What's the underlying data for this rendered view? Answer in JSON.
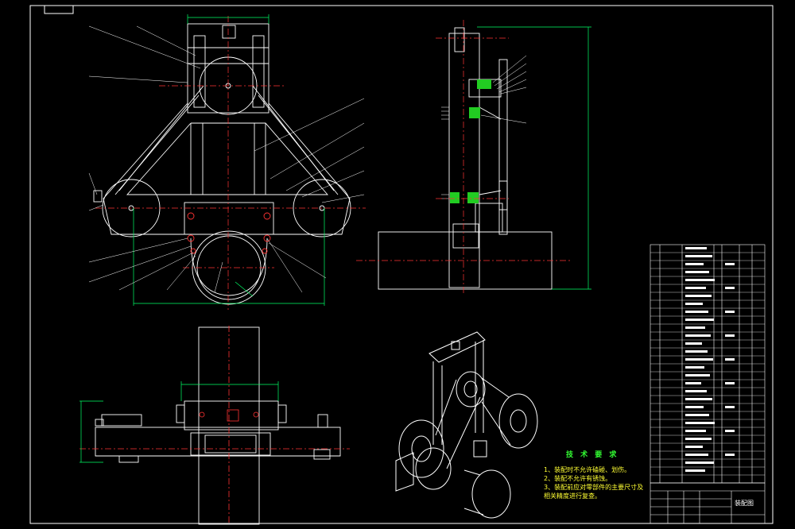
{
  "drawing": {
    "colors": {
      "background": "#000000",
      "outline": "#ffffff",
      "center_line": "#ff3333",
      "dimension": "#00ff66",
      "hatch": "#22cc22",
      "leader": "#ffffff",
      "accent_blue": "#3366ff",
      "label_yellow": "#ffff33"
    },
    "technical_requirements": {
      "title": "技 术 要 求",
      "items": [
        "1、装配时不允许磕碰、划伤。",
        "2、装配不允许有锈蚀。",
        "3、装配前应对零部件的主要尺寸及",
        "相关精度进行复查。"
      ]
    },
    "title_block": {
      "drawing_name": "装配图"
    }
  }
}
